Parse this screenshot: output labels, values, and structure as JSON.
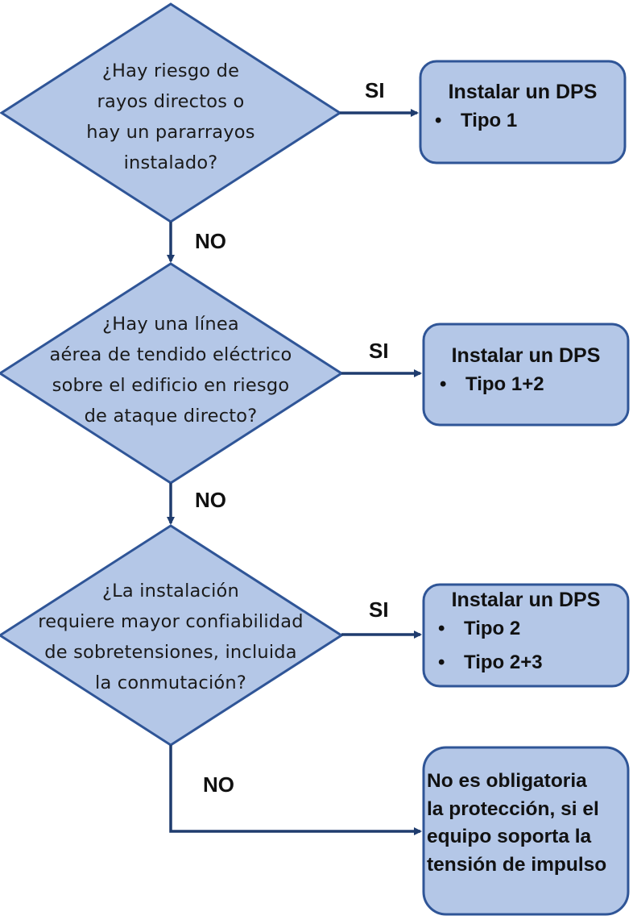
{
  "questions": [
    "¿Hay riesgo de\nrayos directos o\nhay un pararrayos\ninstalado?",
    "¿Hay una línea\naérea de tendido eléctrico\nsobre el edificio en riesgo\nde ataque directo?",
    "¿La instalación\nrequiere mayor confiabilidad\nde sobretensiones, incluida\nla conmutación?"
  ],
  "labels": {
    "yes": "SI",
    "no": "NO"
  },
  "outcomes": [
    {
      "title": "Instalar un DPS",
      "items": [
        "Tipo 1"
      ]
    },
    {
      "title": "Instalar un DPS",
      "items": [
        "Tipo 1+2"
      ]
    },
    {
      "title": "Instalar un DPS",
      "items": [
        "Tipo 2",
        "Tipo 2+3"
      ]
    }
  ],
  "final_outcome": "No es obligatoria\nla protección, si el\nequipo soporta la\ntensión de impulso",
  "colors": {
    "fill": "#b4c7e7",
    "stroke": "#2f5597",
    "arrow": "#1f3c6e"
  }
}
